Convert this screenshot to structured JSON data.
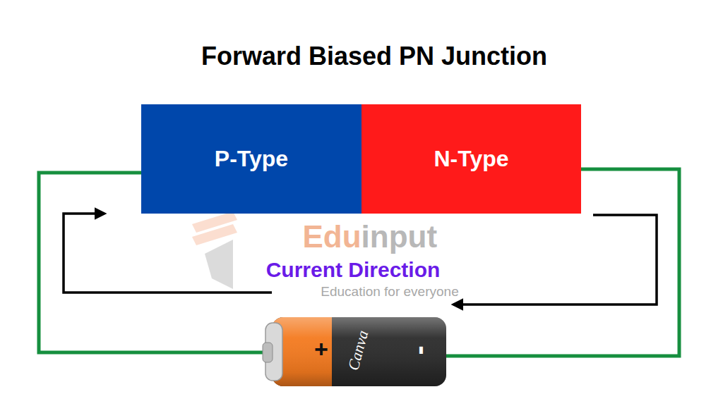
{
  "diagram": {
    "title": "Forward Biased PN Junction",
    "nodes": [
      {
        "text": [
          "P-Type"
        ]
      },
      {
        "text": [
          "N-Type"
        ]
      }
    ],
    "labels": [
      "Current Direction",
      "Edu",
      "input",
      "Education for everyone",
      "+",
      "Canva",
      "-"
    ]
  }
}
